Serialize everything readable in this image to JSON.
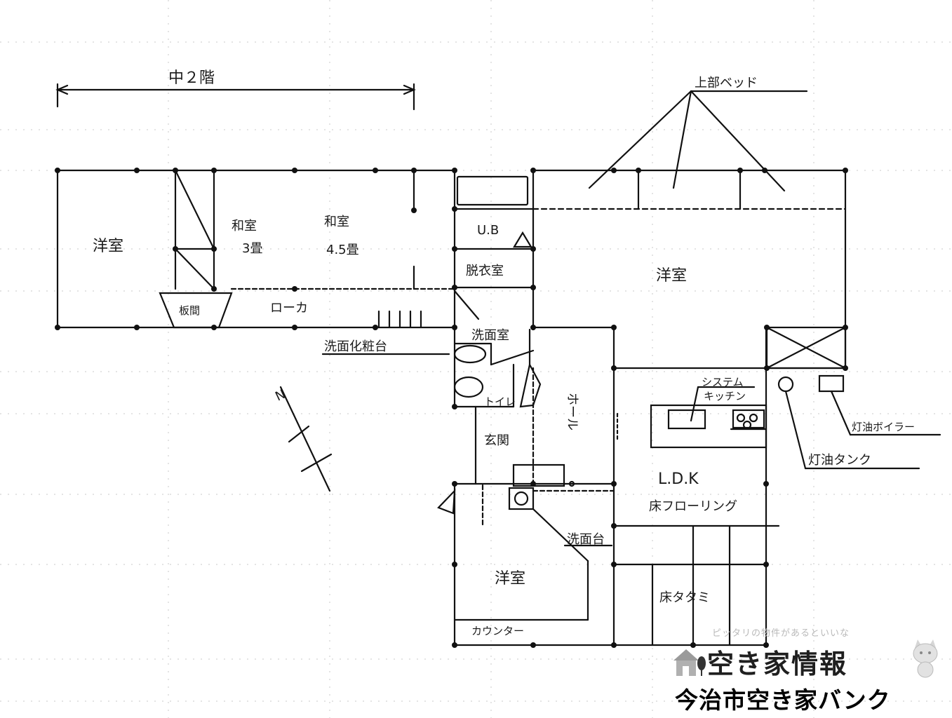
{
  "labels": {
    "mezzanine": "中２階",
    "upper_bed": "上部ベッド",
    "western_room_left": "洋室",
    "japanese_room_3_a": "和室",
    "japanese_room_3_b": "3畳",
    "japanese_room_45_a": "和室",
    "japanese_room_45_b": "4.5畳",
    "closet": "板間",
    "corridor": "ローカ",
    "unit_bath": "U.B",
    "dressing_room": "脱衣室",
    "washroom": "洗面室",
    "vanity": "洗面化粧台",
    "toilet": "トイレ",
    "hall": "ホール",
    "entrance": "玄関",
    "western_room_right": "洋室",
    "system_kitchen_a": "システム",
    "system_kitchen_b": "キッチン",
    "kerosene_boiler": "灯油ボイラー",
    "kerosene_tank": "灯油タンク",
    "ldk": "L.D.K",
    "floor_flooring": "床フローリング",
    "wash_basin": "洗面台",
    "western_room_bottom": "洋室",
    "floor_tatami": "床タタミ",
    "counter": "カウンター",
    "north": "N"
  },
  "brand": {
    "tagline": "ピッタリの物件があるといいな",
    "title": "空き家情報",
    "subtitle": "今治市空き家バンク"
  }
}
